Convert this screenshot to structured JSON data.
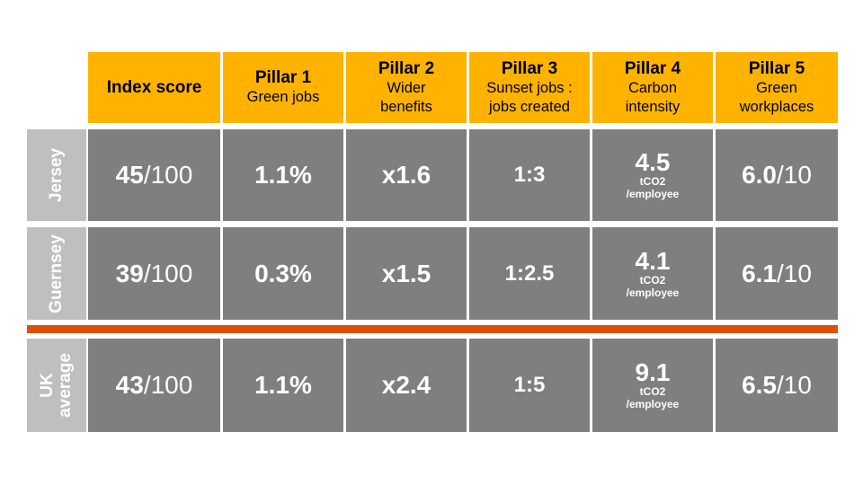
{
  "header": {
    "index": "Index score",
    "pillars": [
      {
        "title": "Pillar 1",
        "sub1": "Green jobs",
        "sub2": ""
      },
      {
        "title": "Pillar 2",
        "sub1": "Wider",
        "sub2": "benefits"
      },
      {
        "title": "Pillar 3",
        "sub1": "Sunset jobs :",
        "sub2": "jobs created"
      },
      {
        "title": "Pillar 4",
        "sub1": "Carbon",
        "sub2": "intensity"
      },
      {
        "title": "Pillar 5",
        "sub1": "Green",
        "sub2": "workplaces"
      }
    ]
  },
  "rows": [
    {
      "label1": "Jersey",
      "label2": "",
      "index_value": "45",
      "index_total": "/100",
      "p1": "1.1%",
      "p2": "x1.6",
      "p3": "1:3",
      "p4_value": "4.5",
      "p4_unit1": "tCO2",
      "p4_unit2": "/employee",
      "p5_value": "6.0",
      "p5_total": "/10"
    },
    {
      "label1": "Guernsey",
      "label2": "",
      "index_value": "39",
      "index_total": "/100",
      "p1": "0.3%",
      "p2": "x1.5",
      "p3": "1:2.5",
      "p4_value": "4.1",
      "p4_unit1": "tCO2",
      "p4_unit2": "/employee",
      "p5_value": "6.1",
      "p5_total": "/10"
    },
    {
      "label1": "UK",
      "label2": "average",
      "index_value": "43",
      "index_total": "/100",
      "p1": "1.1%",
      "p2": "x2.4",
      "p3": "1:5",
      "p4_value": "9.1",
      "p4_unit1": "tCO2",
      "p4_unit2": "/employee",
      "p5_value": "6.5",
      "p5_total": "/10"
    }
  ],
  "colors": {
    "header": "#FFB300",
    "cell": "#7F7F7F",
    "label": "#BFBFBF",
    "divider": "#D9500F"
  }
}
